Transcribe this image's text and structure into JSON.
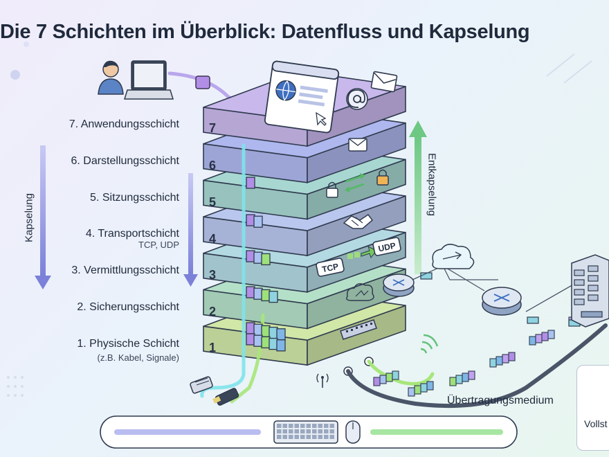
{
  "title": "Die 7 Schichten im Überblick: Datenfluss und Kapselung",
  "layers": [
    {
      "number": "7",
      "name": "7. Anwendungsschicht",
      "color": "#c9b8ec"
    },
    {
      "number": "6",
      "name": "6. Darstellungsschicht",
      "color": "#aeb7ee"
    },
    {
      "number": "5",
      "name": "5. Sitzungsschicht",
      "color": "#a8d7d2"
    },
    {
      "number": "4",
      "name": "4. Transportschicht",
      "sub": "TCP, UDP",
      "color": "#b9c7ee"
    },
    {
      "number": "3",
      "name": "3. Vermittlungsschicht",
      "color": "#b3d9e2"
    },
    {
      "number": "2",
      "name": "2. Sicherungsschicht",
      "color": "#b4e0c8"
    },
    {
      "number": "1",
      "name": "1. Physische Schicht",
      "sub": "(z.B. Kabel, Signale)",
      "color": "#d0e7a7"
    }
  ],
  "side_labels": {
    "left": "Kapselung",
    "right": "Entkapselung"
  },
  "protocols": {
    "tcp": "TCP",
    "udp": "UDP"
  },
  "medium_label": "Übertragungsmedium",
  "legend": {
    "text": "Vollst"
  },
  "icons": [
    "user-icon",
    "laptop-icon",
    "browser-window-icon",
    "globe-icon",
    "at-sign-icon",
    "mail-icon",
    "lock-icon",
    "handshake-icon",
    "cloud-icon",
    "switch-icon",
    "antenna-icon",
    "wifi-icon",
    "router-icon",
    "server-rack-icon",
    "ethernet-plug-icon",
    "keyboard-icon",
    "mouse-icon"
  ],
  "colors": {
    "title": "#1f2a3c",
    "arrow_down": "#8a8fe0",
    "arrow_up": "#7fcf8e",
    "cable_cyan": "#6ee7ea",
    "cable_green": "#9be07a"
  }
}
